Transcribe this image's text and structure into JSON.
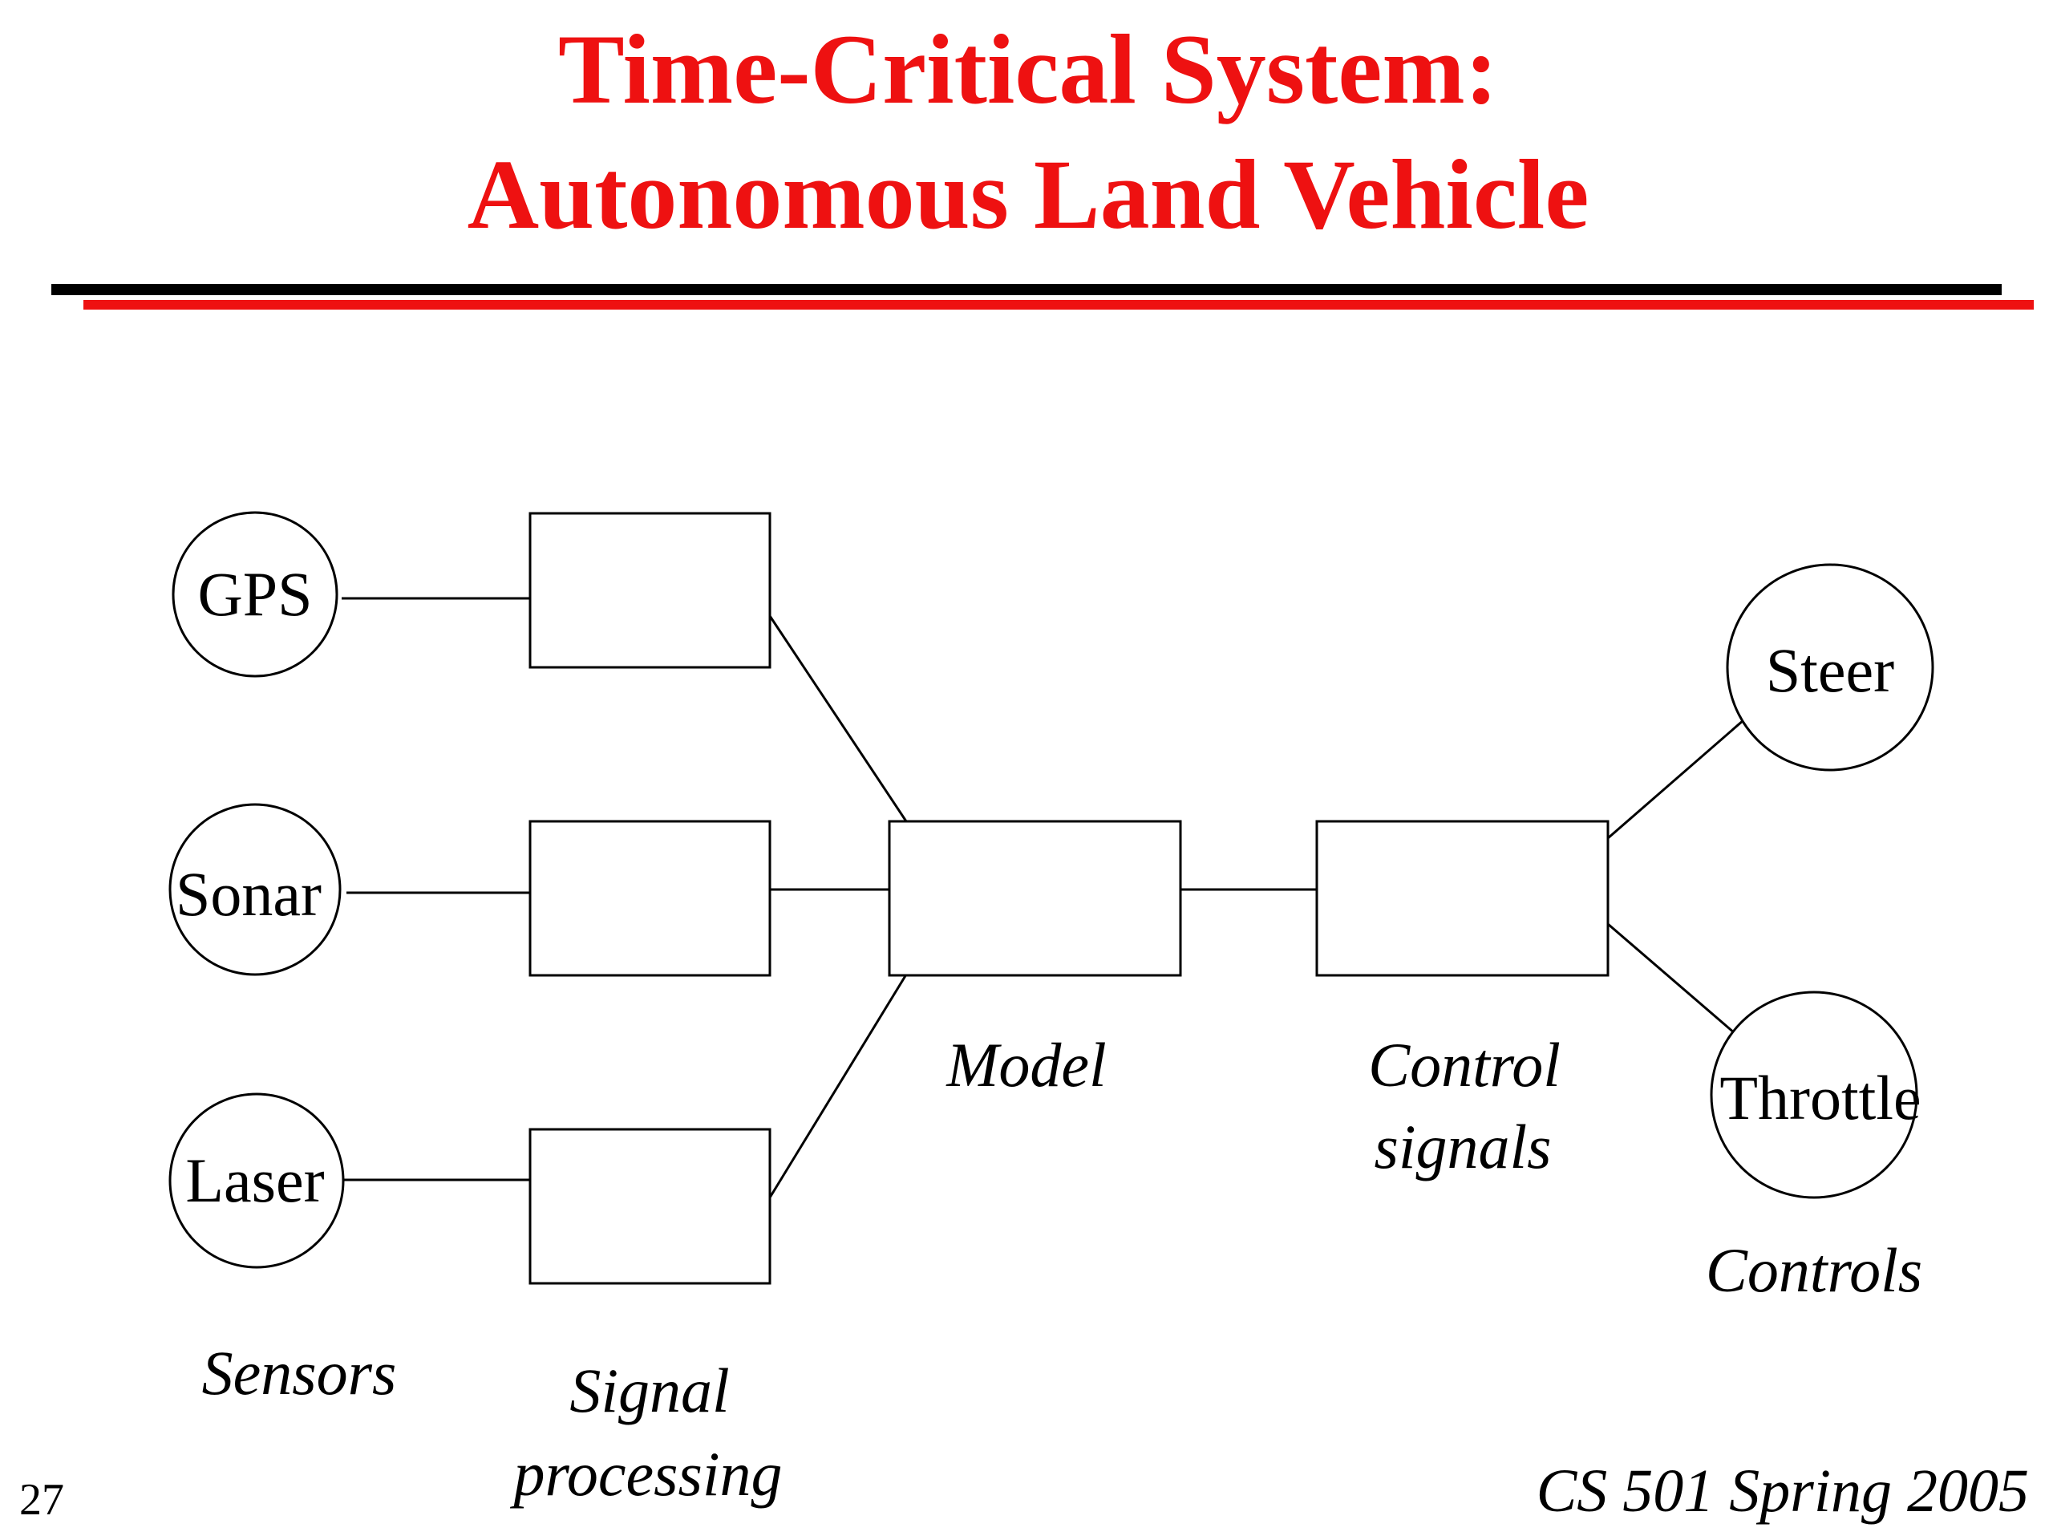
{
  "title": {
    "line1": "Time-Critical System:",
    "line2": "Autonomous Land Vehicle",
    "color": "#ee1111"
  },
  "rules": {
    "top_color": "#000000",
    "bottom_color": "#ee1111"
  },
  "nodes": {
    "gps": "GPS",
    "sonar": "Sonar",
    "laser": "Laser",
    "steer": "Steer",
    "throttle": "Throttle"
  },
  "groups": {
    "sensors": "Sensors",
    "signal_processing": [
      "Signal",
      "processing"
    ],
    "model": "Model",
    "control_signals": [
      "Control",
      "signals"
    ],
    "controls": "Controls"
  },
  "footer": {
    "course": "CS 501 Spring 2005",
    "slide_number": "27"
  }
}
